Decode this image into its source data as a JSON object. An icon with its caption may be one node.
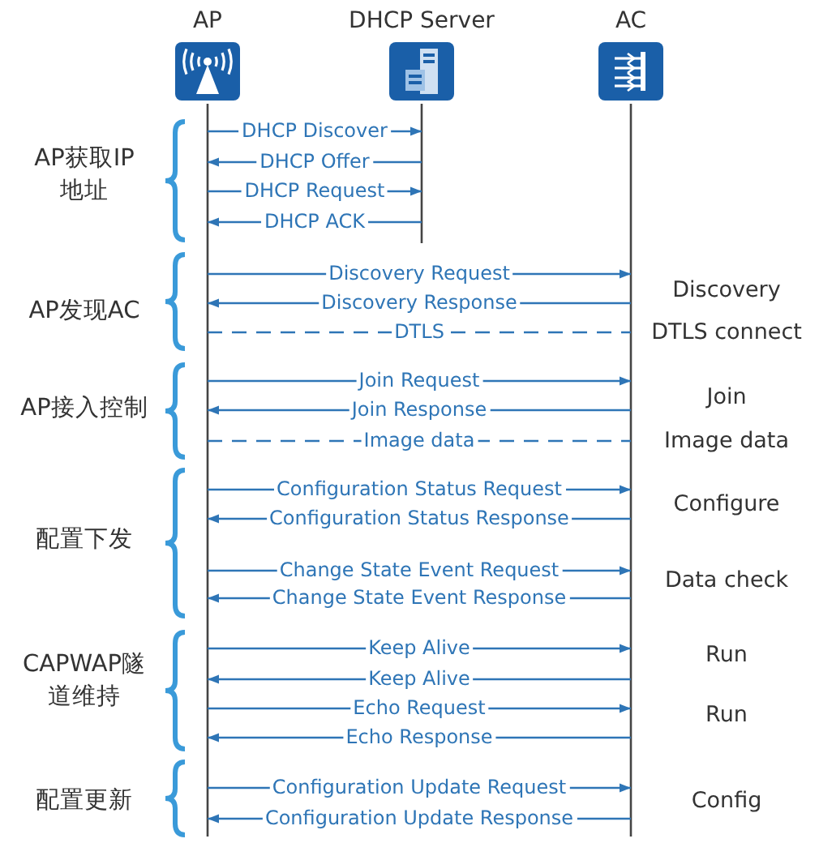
{
  "diagram": {
    "nodes": [
      {
        "text": [
          "AP"
        ]
      },
      {
        "text": [
          "DHCP Server"
        ]
      },
      {
        "text": [
          "AC"
        ]
      }
    ],
    "edges": [
      {
        "from": 0,
        "to": 1,
        "arrow": "to",
        "label": "DHCP Discover"
      },
      {
        "from": 1,
        "to": 0,
        "arrow": "to",
        "label": "DHCP Offer"
      },
      {
        "from": 0,
        "to": 1,
        "arrow": "to",
        "label": "DHCP Request"
      },
      {
        "from": 1,
        "to": 0,
        "arrow": "to",
        "label": "DHCP ACK"
      },
      {
        "from": 0,
        "to": 2,
        "arrow": "to",
        "label": "Discovery Request"
      },
      {
        "from": 2,
        "to": 0,
        "arrow": "to",
        "label": "Discovery Response"
      },
      {
        "from": 0,
        "to": 2,
        "arrow": "none",
        "label": "DTLS",
        "style": "dashed"
      },
      {
        "from": 0,
        "to": 2,
        "arrow": "to",
        "label": "Join Request"
      },
      {
        "from": 2,
        "to": 0,
        "arrow": "to",
        "label": "Join Response"
      },
      {
        "from": 0,
        "to": 2,
        "arrow": "none",
        "label": "Image data",
        "style": "dashed"
      },
      {
        "from": 0,
        "to": 2,
        "arrow": "to",
        "label": "Configuration Status Request"
      },
      {
        "from": 2,
        "to": 0,
        "arrow": "to",
        "label": "Configuration Status Response"
      },
      {
        "from": 0,
        "to": 2,
        "arrow": "to",
        "label": "Change State Event Request"
      },
      {
        "from": 2,
        "to": 0,
        "arrow": "to",
        "label": "Change State Event Response"
      },
      {
        "from": 0,
        "to": 2,
        "arrow": "to",
        "label": "Keep Alive"
      },
      {
        "from": 2,
        "to": 0,
        "arrow": "to",
        "label": "Keep Alive"
      },
      {
        "from": 0,
        "to": 2,
        "arrow": "to",
        "label": "Echo Request"
      },
      {
        "from": 2,
        "to": 0,
        "arrow": "to",
        "label": "Echo Response"
      },
      {
        "from": 0,
        "to": 2,
        "arrow": "to",
        "label": "Configuration Update Request"
      },
      {
        "from": 2,
        "to": 0,
        "arrow": "to",
        "label": "Configuration Update Response"
      }
    ],
    "labels": [
      "AP获取IP地址",
      "AP发现AC",
      "Discovery",
      "DTLS connect",
      "AP接入控制",
      "Join",
      "Image data",
      "配置下发",
      "Configure",
      "Data check",
      "CAPWAP隧道维持",
      "Run",
      "Run",
      "配置更新",
      "Config"
    ]
  }
}
